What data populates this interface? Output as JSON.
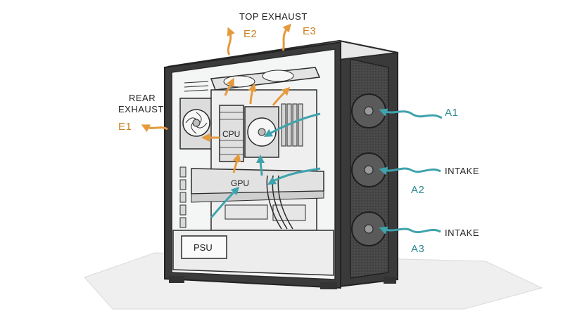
{
  "colors": {
    "intake": "#3fa3ad",
    "exhaust": "#e59a3c",
    "outline": "#2b2b2b",
    "case_dark": "#3a3a3a",
    "floor": "#ececec"
  },
  "labels": {
    "top_exhaust": "TOP EXHAUST",
    "rear_exhaust_line1": "REAR",
    "rear_exhaust_line2": "EXHAUST",
    "intake_a2": "INTAKE",
    "intake_a3": "INTAKE"
  },
  "codes": {
    "e1": "E1",
    "e2": "E2",
    "e3": "E3",
    "a1": "A1",
    "a2": "A2",
    "a3": "A3"
  },
  "components": {
    "cpu": "CPU",
    "gpu": "GPU",
    "psu": "PSU"
  }
}
